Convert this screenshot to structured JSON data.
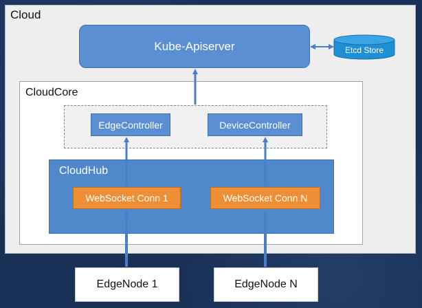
{
  "cloud": {
    "label": "Cloud"
  },
  "kube_apiserver": {
    "label": "Kube-Apiserver"
  },
  "etcd": {
    "label": "Etcd Store"
  },
  "cloudcore": {
    "label": "CloudCore",
    "controllers": [
      {
        "label": "EdgeController"
      },
      {
        "label": "DeviceController"
      }
    ]
  },
  "cloudhub": {
    "label": "CloudHub",
    "connections": [
      {
        "label": "WebSocket Conn 1"
      },
      {
        "label": "WebSocket Conn N"
      }
    ]
  },
  "edge_nodes": [
    {
      "label": "EdgeNode 1"
    },
    {
      "label": "EdgeNode N"
    }
  ],
  "colors": {
    "background": "#1b3358",
    "component_blue": "#5b8fd3",
    "cloudhub_blue": "#4f88cb",
    "connection_orange": "#ef8f35",
    "arrow": "#4a7fc5"
  }
}
